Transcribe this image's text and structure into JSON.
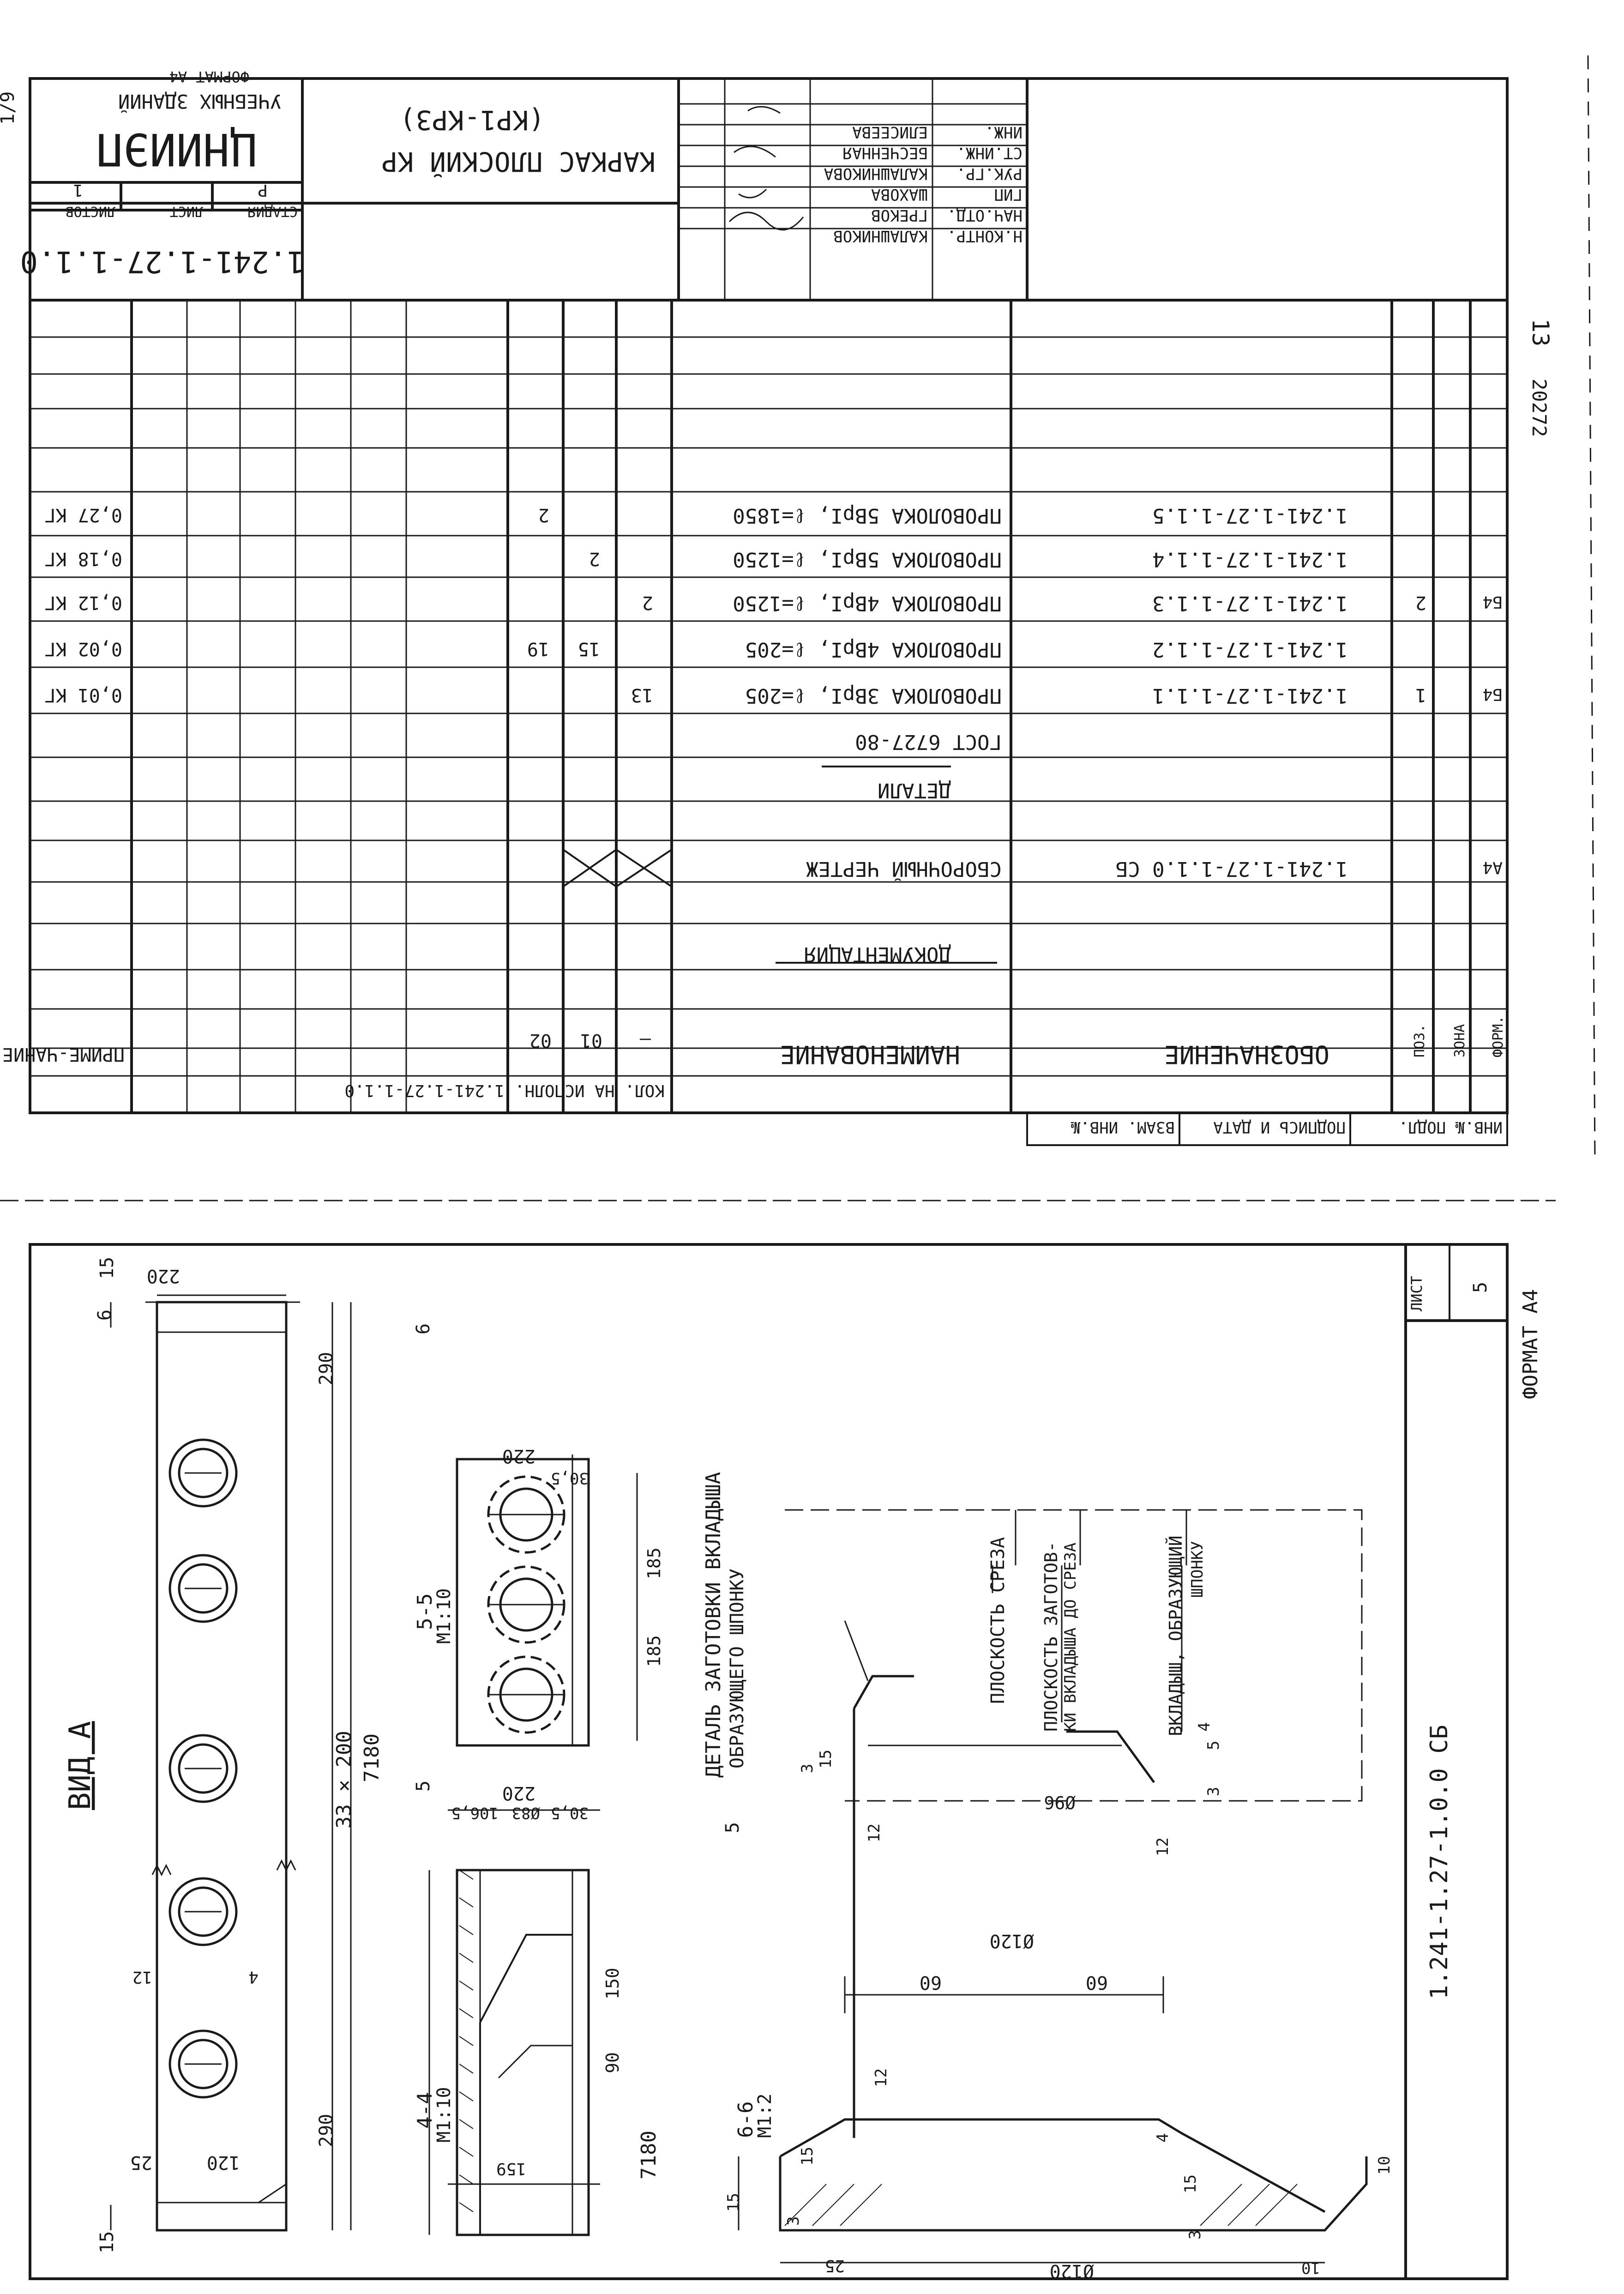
{
  "sheet": {
    "format": "ФОРМАТ А4",
    "format_top": "ФОРМАТ А4",
    "corner_note": "13",
    "stamp_number": "20272",
    "top_corner_mark": "1/9"
  },
  "title_block": {
    "doc_code": "1.241-1.27-1.1.0",
    "name_line1": "КАРКАС ПЛОСКИЙ КР",
    "name_line2": "(КР1-КР3)",
    "org_line1": "ЦНИИЭП",
    "org_line2": "УЧЕБНЫХ ЗДАНИЙ",
    "stage_hdr": "СТАДИЯ",
    "sheet_hdr": "ЛИСТ",
    "sheets_hdr": "ЛИСТОВ",
    "stage_val": "Р",
    "sheets_val": "1",
    "people": [
      {
        "role": "Н.КОНТР.",
        "name": "КАЛАШНИКОВ"
      },
      {
        "role": "НАЧ.ОТД.",
        "name": "ГРЕКОВ"
      },
      {
        "role": "ГИП",
        "name": "ШАХОВА"
      },
      {
        "role": "РУК.ГР.",
        "name": "КАЛАШНИКОВА"
      },
      {
        "role": "СТ.ИНЖ.",
        "name": "БЕСЧЕННАЯ"
      },
      {
        "role": "ИНЖ.",
        "name": "ЕЛИСЕЕВА"
      }
    ]
  },
  "spec_table": {
    "headers": {
      "format": "ФОРМ.",
      "zone": "ЗОНА",
      "pos": "ПОЗ.",
      "designation": "ОБОЗНАЧЕНИЕ",
      "name": "НАИМЕНОВАНИЕ",
      "qty_title": "КОЛ. НА ИСПОЛН. 1.241-1.27-1.1.0",
      "qty_cols": [
        "—",
        "01",
        "02"
      ],
      "note": "ПРИМЕ-ЧАНИЕ"
    },
    "rows": [
      {
        "format": "",
        "pos": "",
        "designation": "",
        "name": "ДОКУМЕНТАЦИЯ",
        "q1": "",
        "q2": "",
        "q3": "",
        "note": ""
      },
      {
        "format": "А4",
        "pos": "",
        "designation": "1.241-1.27-1.1.0 СБ",
        "name": "СБОРОЧНЫЙ ЧЕРТЕЖ",
        "q1": "X",
        "q2": "X",
        "q3": "",
        "note": ""
      },
      {
        "format": "",
        "pos": "",
        "designation": "",
        "name": "ДЕТАЛИ",
        "q1": "",
        "q2": "",
        "q3": "",
        "note": ""
      },
      {
        "format": "",
        "pos": "",
        "designation": "",
        "name": "ГОСТ 6727-80",
        "q1": "",
        "q2": "",
        "q3": "",
        "note": ""
      },
      {
        "format": "Б4",
        "pos": "1",
        "designation": "1.241-1.27-1.1.1",
        "name": "ПРОВОЛОКА 3ВрI, ℓ=205",
        "q1": "13",
        "q2": "",
        "q3": "",
        "note": "0,01 КГ"
      },
      {
        "format": "",
        "pos": "",
        "designation": "1.241-1.27-1.1.2",
        "name": "ПРОВОЛОКА 4ВрI, ℓ=205",
        "q1": "",
        "q2": "15",
        "q3": "19",
        "note": "0,02 КГ"
      },
      {
        "format": "Б4",
        "pos": "2",
        "designation": "1.241-1.27-1.1.3",
        "name": "ПРОВОЛОКА 4ВрI, ℓ=1250",
        "q1": "2",
        "q2": "",
        "q3": "",
        "note": "0,12 КГ"
      },
      {
        "format": "",
        "pos": "",
        "designation": "1.241-1.27-1.1.4",
        "name": "ПРОВОЛОКА 5ВрI, ℓ=1250",
        "q1": "",
        "q2": "2",
        "q3": "",
        "note": "0,18 КГ"
      },
      {
        "format": "",
        "pos": "",
        "designation": "1.241-1.27-1.1.5",
        "name": "ПРОВОЛОКА 5ВрI, ℓ=1850",
        "q1": "",
        "q2": "",
        "q3": "2",
        "note": "0,27 КГ"
      }
    ],
    "side_stamp": [
      "ИНВ.№ ПОДЛ.",
      "ПОДПИСЬ И ДАТА",
      "ВЗАМ. ИНВ.№"
    ]
  },
  "drawing": {
    "view_title": "ВИД А",
    "dims": {
      "total_len": "7180",
      "pitch": "33 × 200",
      "end_gap": "290",
      "width": "220",
      "edge15": "15",
      "d120": "120",
      "d25": "25",
      "d12": "12",
      "d4": "4",
      "d159": "159",
      "d90": "90",
      "d150": "150",
      "d83": "Ø83",
      "d1065": "106,5",
      "d305": "30,5",
      "d185": "185",
      "d60": "60",
      "phi120": "Ø120",
      "phi96": "Ø96",
      "d3": "3",
      "d5": "5",
      "d10": "10"
    },
    "sec44": {
      "label": "4-4",
      "scale": "М1:10"
    },
    "sec55": {
      "label": "5-5",
      "scale": "М1:10"
    },
    "sec66": {
      "label": "6-6",
      "scale": "М1:2"
    },
    "cut5": "5",
    "cut6": "6",
    "detail_title1": "ДЕТАЛЬ ЗАГОТОВКИ ВКЛАДЫША",
    "detail_title2": "ОБРАЗУЮЩЕГО ШПОНКУ",
    "leader1": "ПЛОСКОСТЬ СРЕЗА",
    "leader2a": "ПЛОСКОСТЬ ЗАГОТОВ-",
    "leader2b": "КИ ВКЛАДЫША ДО СРЕЗА",
    "leader3a": "ВКЛАДЫШ, ОБРАЗУЮЩИЙ",
    "leader3b": "ШПОНКУ",
    "code": "1.241-1.27-1.0.0 СБ",
    "sheet_lbl": "ЛИСТ",
    "sheet_no": "5"
  }
}
